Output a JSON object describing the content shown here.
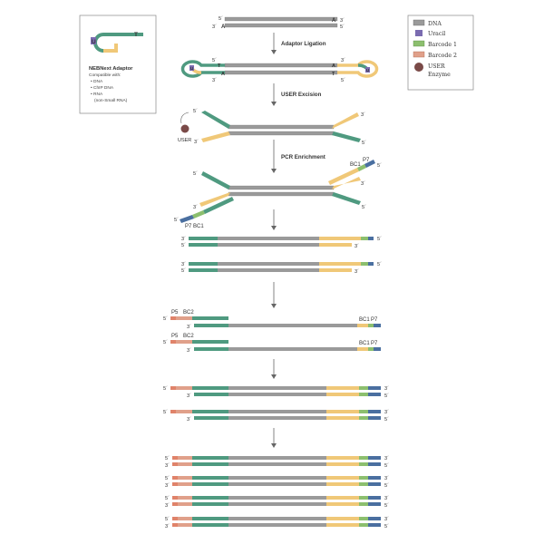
{
  "inset": {
    "title": "NEBNext Adaptor",
    "subtitle": "Compatible with:",
    "items": [
      "• DNA",
      "• ChIP DNA",
      "• RNA"
    ],
    "note": "(non-Small RNA)",
    "letters": {
      "u": "U",
      "t": "T"
    }
  },
  "legend": {
    "items": [
      {
        "label": "DNA",
        "color": "#9a9a9a"
      },
      {
        "label": "Uracil",
        "color": "#7a6bb0"
      },
      {
        "label": "Barcode 1",
        "color": "#8cbf6e"
      },
      {
        "label": "Barcode 2",
        "color": "#e0a08a"
      }
    ],
    "enzyme_lines": [
      "USER",
      "Enzyme"
    ],
    "enzyme_color": "#7a4a48"
  },
  "steps": {
    "ligation": "Adaptor Ligation",
    "excision": "USER Excision",
    "pcr": "PCR Enrichment"
  },
  "ends": {
    "five": "5´",
    "three": "3´"
  },
  "bases": {
    "a": "A",
    "t": "T",
    "u": "U"
  },
  "tags": {
    "bc1": "BC1",
    "bc2": "BC2",
    "p5": "P5",
    "p7": "P7"
  },
  "enzyme_label": "USER",
  "colors": {
    "dna": "#9a9a9a",
    "adaptor_green": "#4f9a80",
    "adaptor_yellow": "#f0c878",
    "blue": "#4a6fa0",
    "red": "#e0836a",
    "uracil": "#7a6bb0",
    "base_a": "#4fb0c8",
    "arrow": "#666666"
  }
}
